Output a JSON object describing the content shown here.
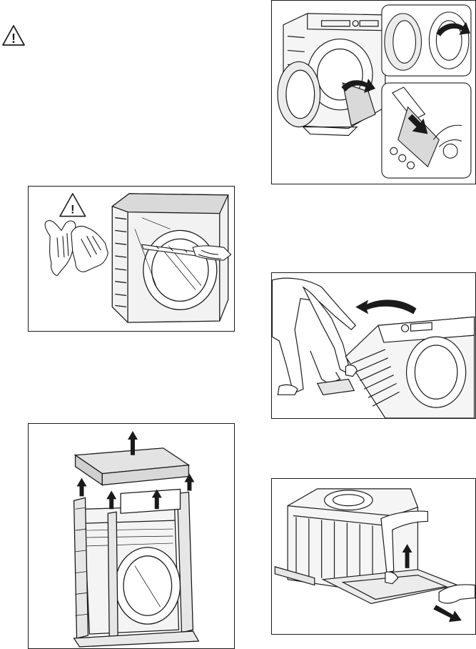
{
  "page": {
    "background": "#ffffff",
    "ink": "#1a1a1a",
    "fill_grey": "#d9d9d9"
  },
  "warning_symbol": {
    "icon": "warning-triangle-icon",
    "glyph": "!"
  },
  "figures": [
    {
      "id": "fig-gloves-cut-film",
      "icons": [
        "warning-triangle-icon",
        "gloves-icon",
        "cutter-knife-icon"
      ]
    },
    {
      "id": "fig-lift-packaging",
      "icons": [
        "arrow-up-icon"
      ]
    },
    {
      "id": "fig-door-accessories",
      "icons": [
        "curved-arrow-icon",
        "arrow-down-icon"
      ]
    },
    {
      "id": "fig-tilt-machine",
      "icons": [
        "curved-arrow-icon"
      ]
    },
    {
      "id": "fig-remove-base",
      "icons": [
        "arrow-up-icon",
        "arrow-right-icon"
      ]
    }
  ]
}
